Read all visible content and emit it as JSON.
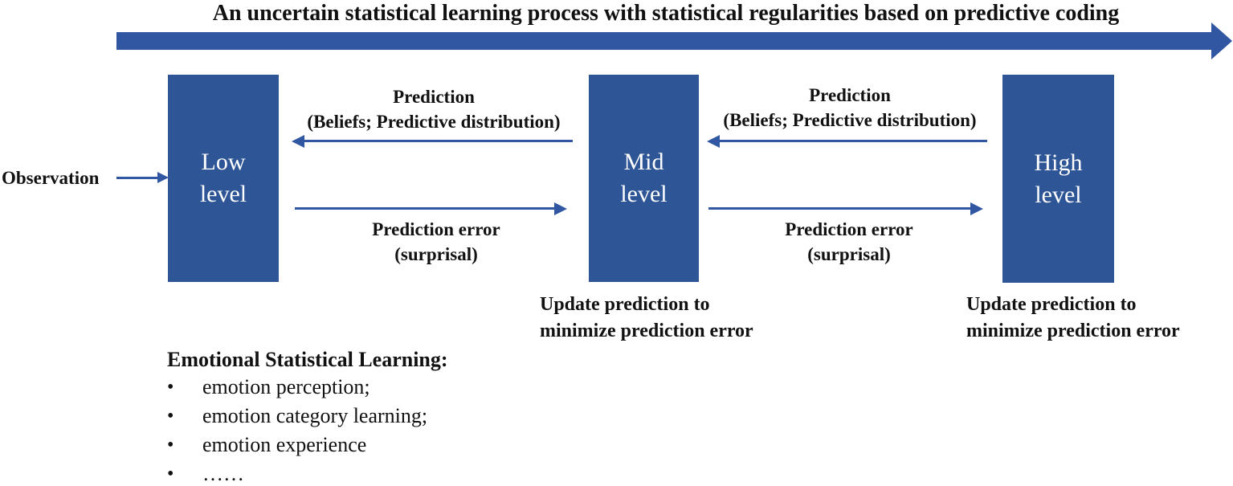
{
  "title": "An uncertain statistical learning process with statistical regularities based on predictive coding",
  "colors": {
    "box_blue": "#2E5595",
    "arrow_blue": "#3157A3",
    "text_black": "#111111",
    "box_text": "#FFFFFF",
    "background": "#FFFFFF"
  },
  "observation": {
    "label": "Observation"
  },
  "levels": [
    {
      "line1": "Low",
      "line2": "level"
    },
    {
      "line1": "Mid",
      "line2": "level"
    },
    {
      "line1": "High",
      "line2": "level"
    }
  ],
  "connections": {
    "low_mid": {
      "prediction": {
        "title": "Prediction",
        "subtitle": "(Beliefs; Predictive distribution)"
      },
      "error": {
        "title": "Prediction error",
        "subtitle": "(surprisal)"
      }
    },
    "mid_high": {
      "prediction": {
        "title": "Prediction",
        "subtitle": "(Beliefs; Predictive distribution)"
      },
      "error": {
        "title": "Prediction error",
        "subtitle": "(surprisal)"
      }
    }
  },
  "update_notes": [
    {
      "line1": "Update prediction to",
      "line2": "minimize prediction error"
    },
    {
      "line1": "Update prediction to",
      "line2": "minimize prediction error"
    }
  ],
  "esl": {
    "heading": "Emotional Statistical Learning:",
    "bullet": "•",
    "items": [
      "emotion perception;",
      "emotion category learning;",
      "emotion experience",
      "……"
    ]
  }
}
